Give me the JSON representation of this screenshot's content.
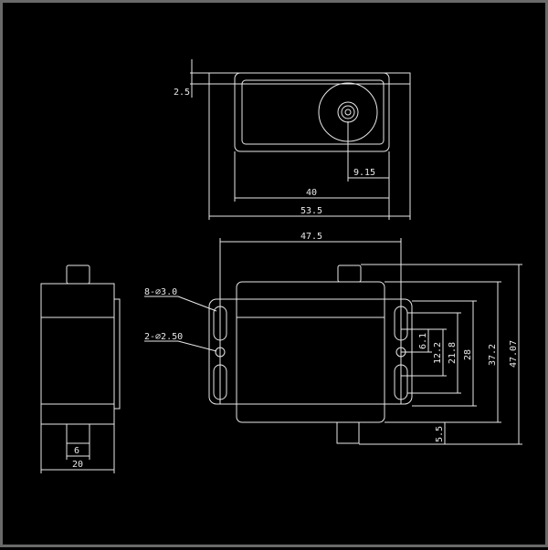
{
  "top_view": {
    "dim_flange_thickness": "2.5",
    "dim_horn_offset": "9.15",
    "dim_body_width": "40",
    "dim_overall_width": "53.5"
  },
  "front_view": {
    "dim_hole_spacing": "47.5",
    "label_slots": "8-⌀3.0",
    "label_holes": "2-⌀2.50",
    "dim_6_1": "6.1",
    "dim_12_2": "12.2",
    "dim_21_8": "21.8",
    "dim_28": "28",
    "dim_37_2": "37.2",
    "dim_47_07": "47.07",
    "dim_5_5": "5.5"
  },
  "side_view": {
    "dim_shaft": "6",
    "dim_depth": "20"
  }
}
